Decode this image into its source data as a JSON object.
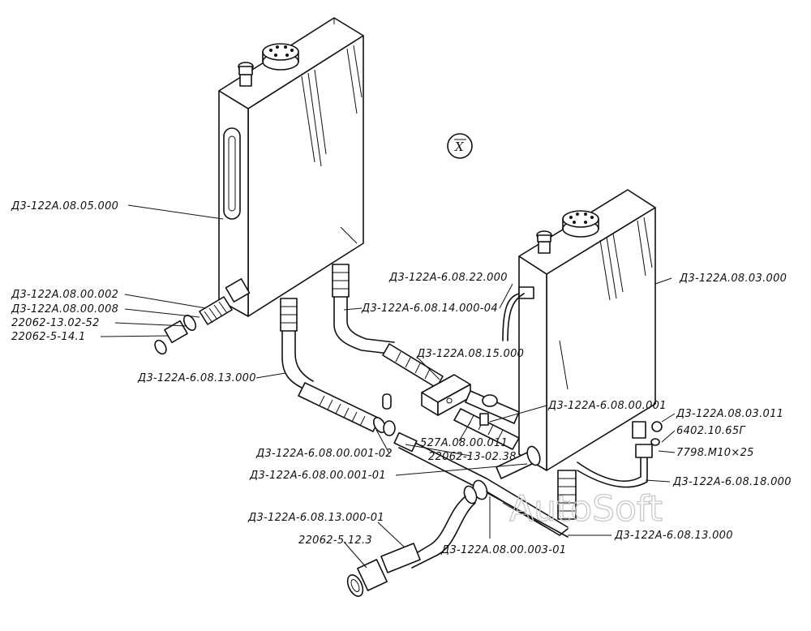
{
  "view_mark": "X",
  "watermark": "AutoSoft",
  "labels": {
    "tank_left": "Д3-122А.08.05.000",
    "tank_right": "Д3-122А.08.03.000",
    "l1": "Д3-122А.08.00.002",
    "l2": "Д3-122А.08.00.008",
    "l3": "22062-13.02-52",
    "l4": "22062-5-14.1",
    "l5": "Д3-122А-6.08.13.000",
    "m1": "Д3-122А-6.08.22.000",
    "m2": "Д3-122А-6.08.14.000-04",
    "m3": "Д3-122А.08.15.000",
    "m4": "Д3-122А-6.08.00.001",
    "m5": "Д3-122А-6.08.00.001-02",
    "m6": "Д3-122А-6.08.00.001-01",
    "m7": "527А.08.00.011",
    "m8": "22062-13-02.38",
    "r1": "Д3-122А.08.03.011",
    "r2": "6402.10.65Г",
    "r3": "7798.М10×25",
    "r4": "Д3-122А-6.08.18.000",
    "b1": "Д3-122А-6.08.13.000-01",
    "b2": "22062-5.12.3",
    "b3": "Д3-122А.08.00.003-01",
    "b4": "Д3-122А-6.08.13.000"
  }
}
